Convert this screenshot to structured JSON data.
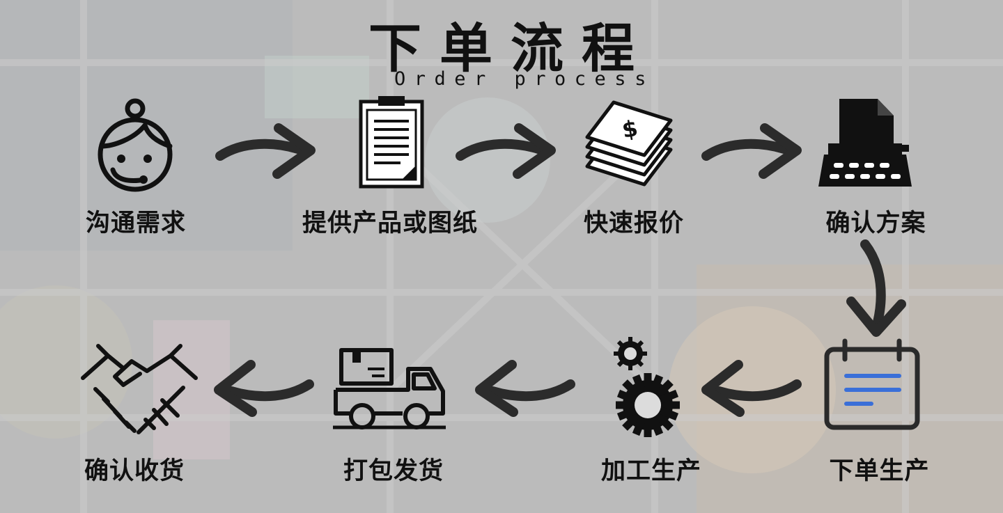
{
  "header": {
    "title": "下单流程",
    "subtitle": "Order process"
  },
  "steps": [
    {
      "label": "沟通需求",
      "icon": "customer-service-headset-icon"
    },
    {
      "label": "提供产品或图纸",
      "icon": "clipboard-document-icon"
    },
    {
      "label": "快速报价",
      "icon": "money-stack-icon"
    },
    {
      "label": "确认方案",
      "icon": "typewriter-icon"
    },
    {
      "label": "下单生产",
      "icon": "calendar-icon"
    },
    {
      "label": "加工生产",
      "icon": "gears-icon"
    },
    {
      "label": "打包发货",
      "icon": "delivery-truck-icon"
    },
    {
      "label": "确认收货",
      "icon": "handshake-icon"
    }
  ],
  "colors": {
    "ink": "#111111",
    "calendar_lines": "#3a6fd8"
  }
}
